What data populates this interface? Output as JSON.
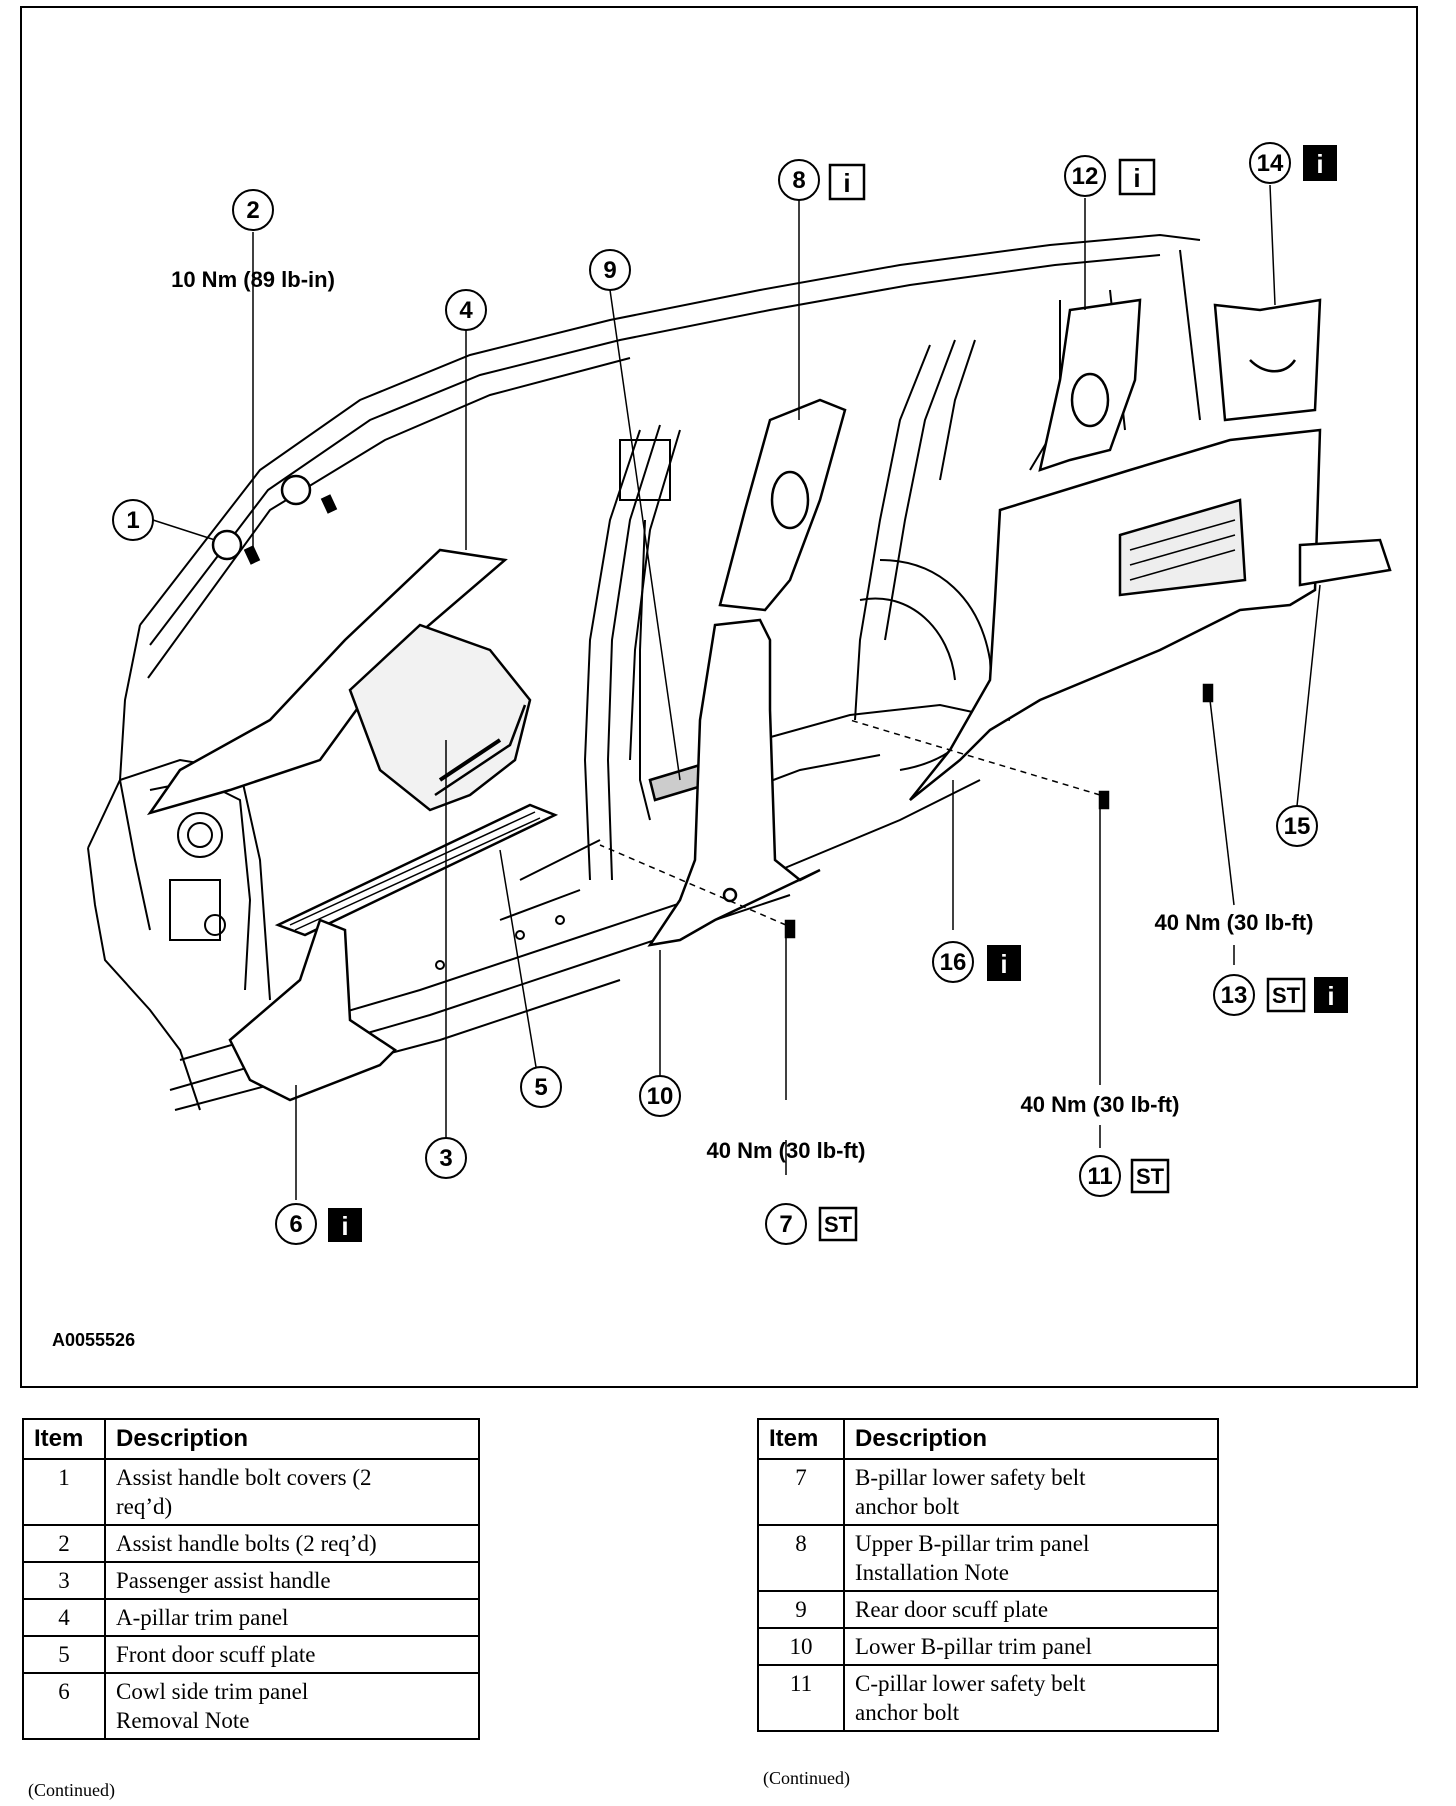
{
  "figure_id": "A0055526",
  "callouts": [
    {
      "num": "1",
      "badges": []
    },
    {
      "num": "2",
      "badges": []
    },
    {
      "num": "3",
      "badges": []
    },
    {
      "num": "4",
      "badges": []
    },
    {
      "num": "5",
      "badges": []
    },
    {
      "num": "6",
      "badges": [
        "info-solid"
      ]
    },
    {
      "num": "7",
      "badges": [
        "ST"
      ]
    },
    {
      "num": "8",
      "badges": [
        "info-outline"
      ]
    },
    {
      "num": "9",
      "badges": []
    },
    {
      "num": "10",
      "badges": []
    },
    {
      "num": "11",
      "badges": [
        "ST"
      ]
    },
    {
      "num": "12",
      "badges": [
        "info-outline"
      ]
    },
    {
      "num": "13",
      "badges": [
        "ST",
        "info-solid"
      ]
    },
    {
      "num": "14",
      "badges": [
        "info-solid"
      ]
    },
    {
      "num": "15",
      "badges": []
    },
    {
      "num": "16",
      "badges": [
        "info-solid"
      ]
    }
  ],
  "torque_specs": {
    "item_2": "10 Nm (89 lb-in)",
    "item_7": "40 Nm (30 lb-ft)",
    "item_11": "40 Nm (30 lb-ft)",
    "item_13": "40 Nm (30 lb-ft)"
  },
  "badge_text": {
    "info": "i",
    "special_tool": "ST"
  },
  "legend_headers": {
    "item": "Item",
    "description": "Description"
  },
  "legend_left": [
    {
      "item": "1",
      "lines": [
        "Assist handle bolt covers (2",
        "req’d)"
      ]
    },
    {
      "item": "2",
      "lines": [
        "Assist handle bolts (2 req’d)"
      ]
    },
    {
      "item": "3",
      "lines": [
        "Passenger assist handle"
      ]
    },
    {
      "item": "4",
      "lines": [
        "A-pillar trim panel"
      ]
    },
    {
      "item": "5",
      "lines": [
        "Front door scuff plate"
      ]
    },
    {
      "item": "6",
      "lines": [
        "Cowl side trim panel",
        "Removal Note"
      ]
    }
  ],
  "legend_right": [
    {
      "item": "7",
      "lines": [
        "B-pillar lower safety belt",
        "anchor bolt"
      ]
    },
    {
      "item": "8",
      "lines": [
        "Upper B-pillar trim panel",
        "Installation Note"
      ]
    },
    {
      "item": "9",
      "lines": [
        "Rear door scuff plate"
      ]
    },
    {
      "item": "10",
      "lines": [
        "Lower B-pillar trim panel"
      ]
    },
    {
      "item": "11",
      "lines": [
        "C-pillar lower safety belt",
        "anchor bolt"
      ]
    }
  ],
  "continued_label": "(Continued)"
}
